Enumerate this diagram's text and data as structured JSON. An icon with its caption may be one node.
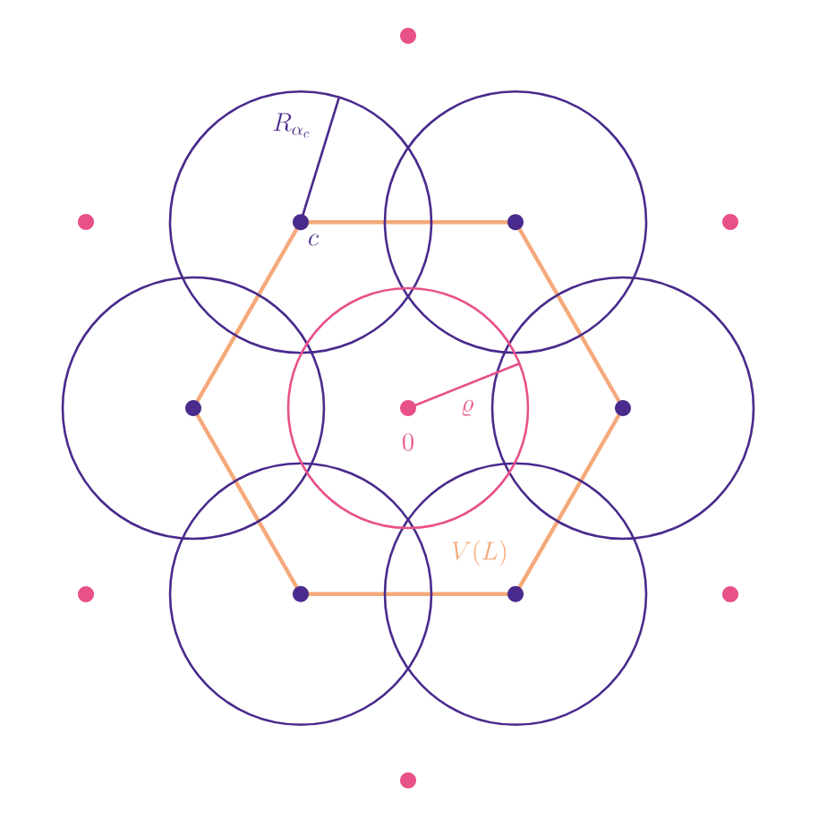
{
  "diagram": {
    "labels": [
      "R_{\\alpha_c}",
      "c",
      "0",
      "\\varrho",
      "V(L)"
    ]
  }
}
